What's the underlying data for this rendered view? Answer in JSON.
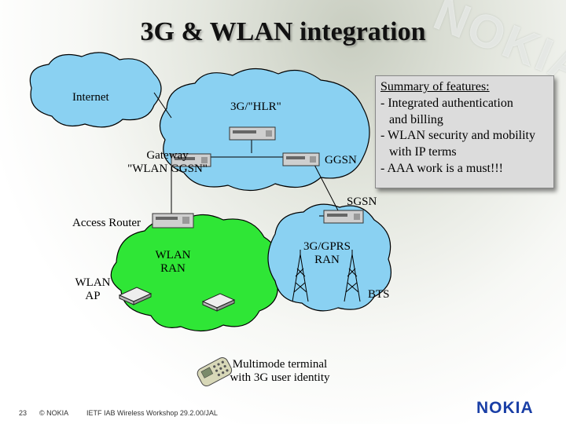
{
  "title": "3G & WLAN integration",
  "labels": {
    "internet": "Internet",
    "hlr": "3G/\"HLR\"",
    "gateway_line1": "Gateway",
    "gateway_line2": "\"WLAN GGSN\"",
    "ggsn": "GGSN",
    "sgsn": "SGSN",
    "access_router": "Access Router",
    "wlan_ran_line1": "WLAN",
    "wlan_ran_line2": "RAN",
    "gprs_ran_line1": "3G/GPRS",
    "gprs_ran_line2": "RAN",
    "wlan_ap_line1": "WLAN",
    "wlan_ap_line2": "AP",
    "bts": "BTS",
    "terminal_line1": "Multimode terminal",
    "terminal_line2": "with 3G user identity"
  },
  "summary": {
    "title": "Summary of features:",
    "items": [
      "- Integrated authentication",
      "and billing",
      "- WLAN security and mobility",
      "with IP terms",
      "- AAA work is a must!!!"
    ]
  },
  "footer": {
    "page_number": "23",
    "copyright": "© NOKIA",
    "event": "IETF IAB Wireless Workshop 29.2.00/JAL",
    "logo": "NOKIA"
  },
  "watermark": "NOKIA",
  "colors": {
    "cloud_blue": "#8ad1f2",
    "cloud_green": "#2fe636",
    "logo_blue": "#1a3fa6",
    "summary_bg": "#dcdcdc"
  }
}
